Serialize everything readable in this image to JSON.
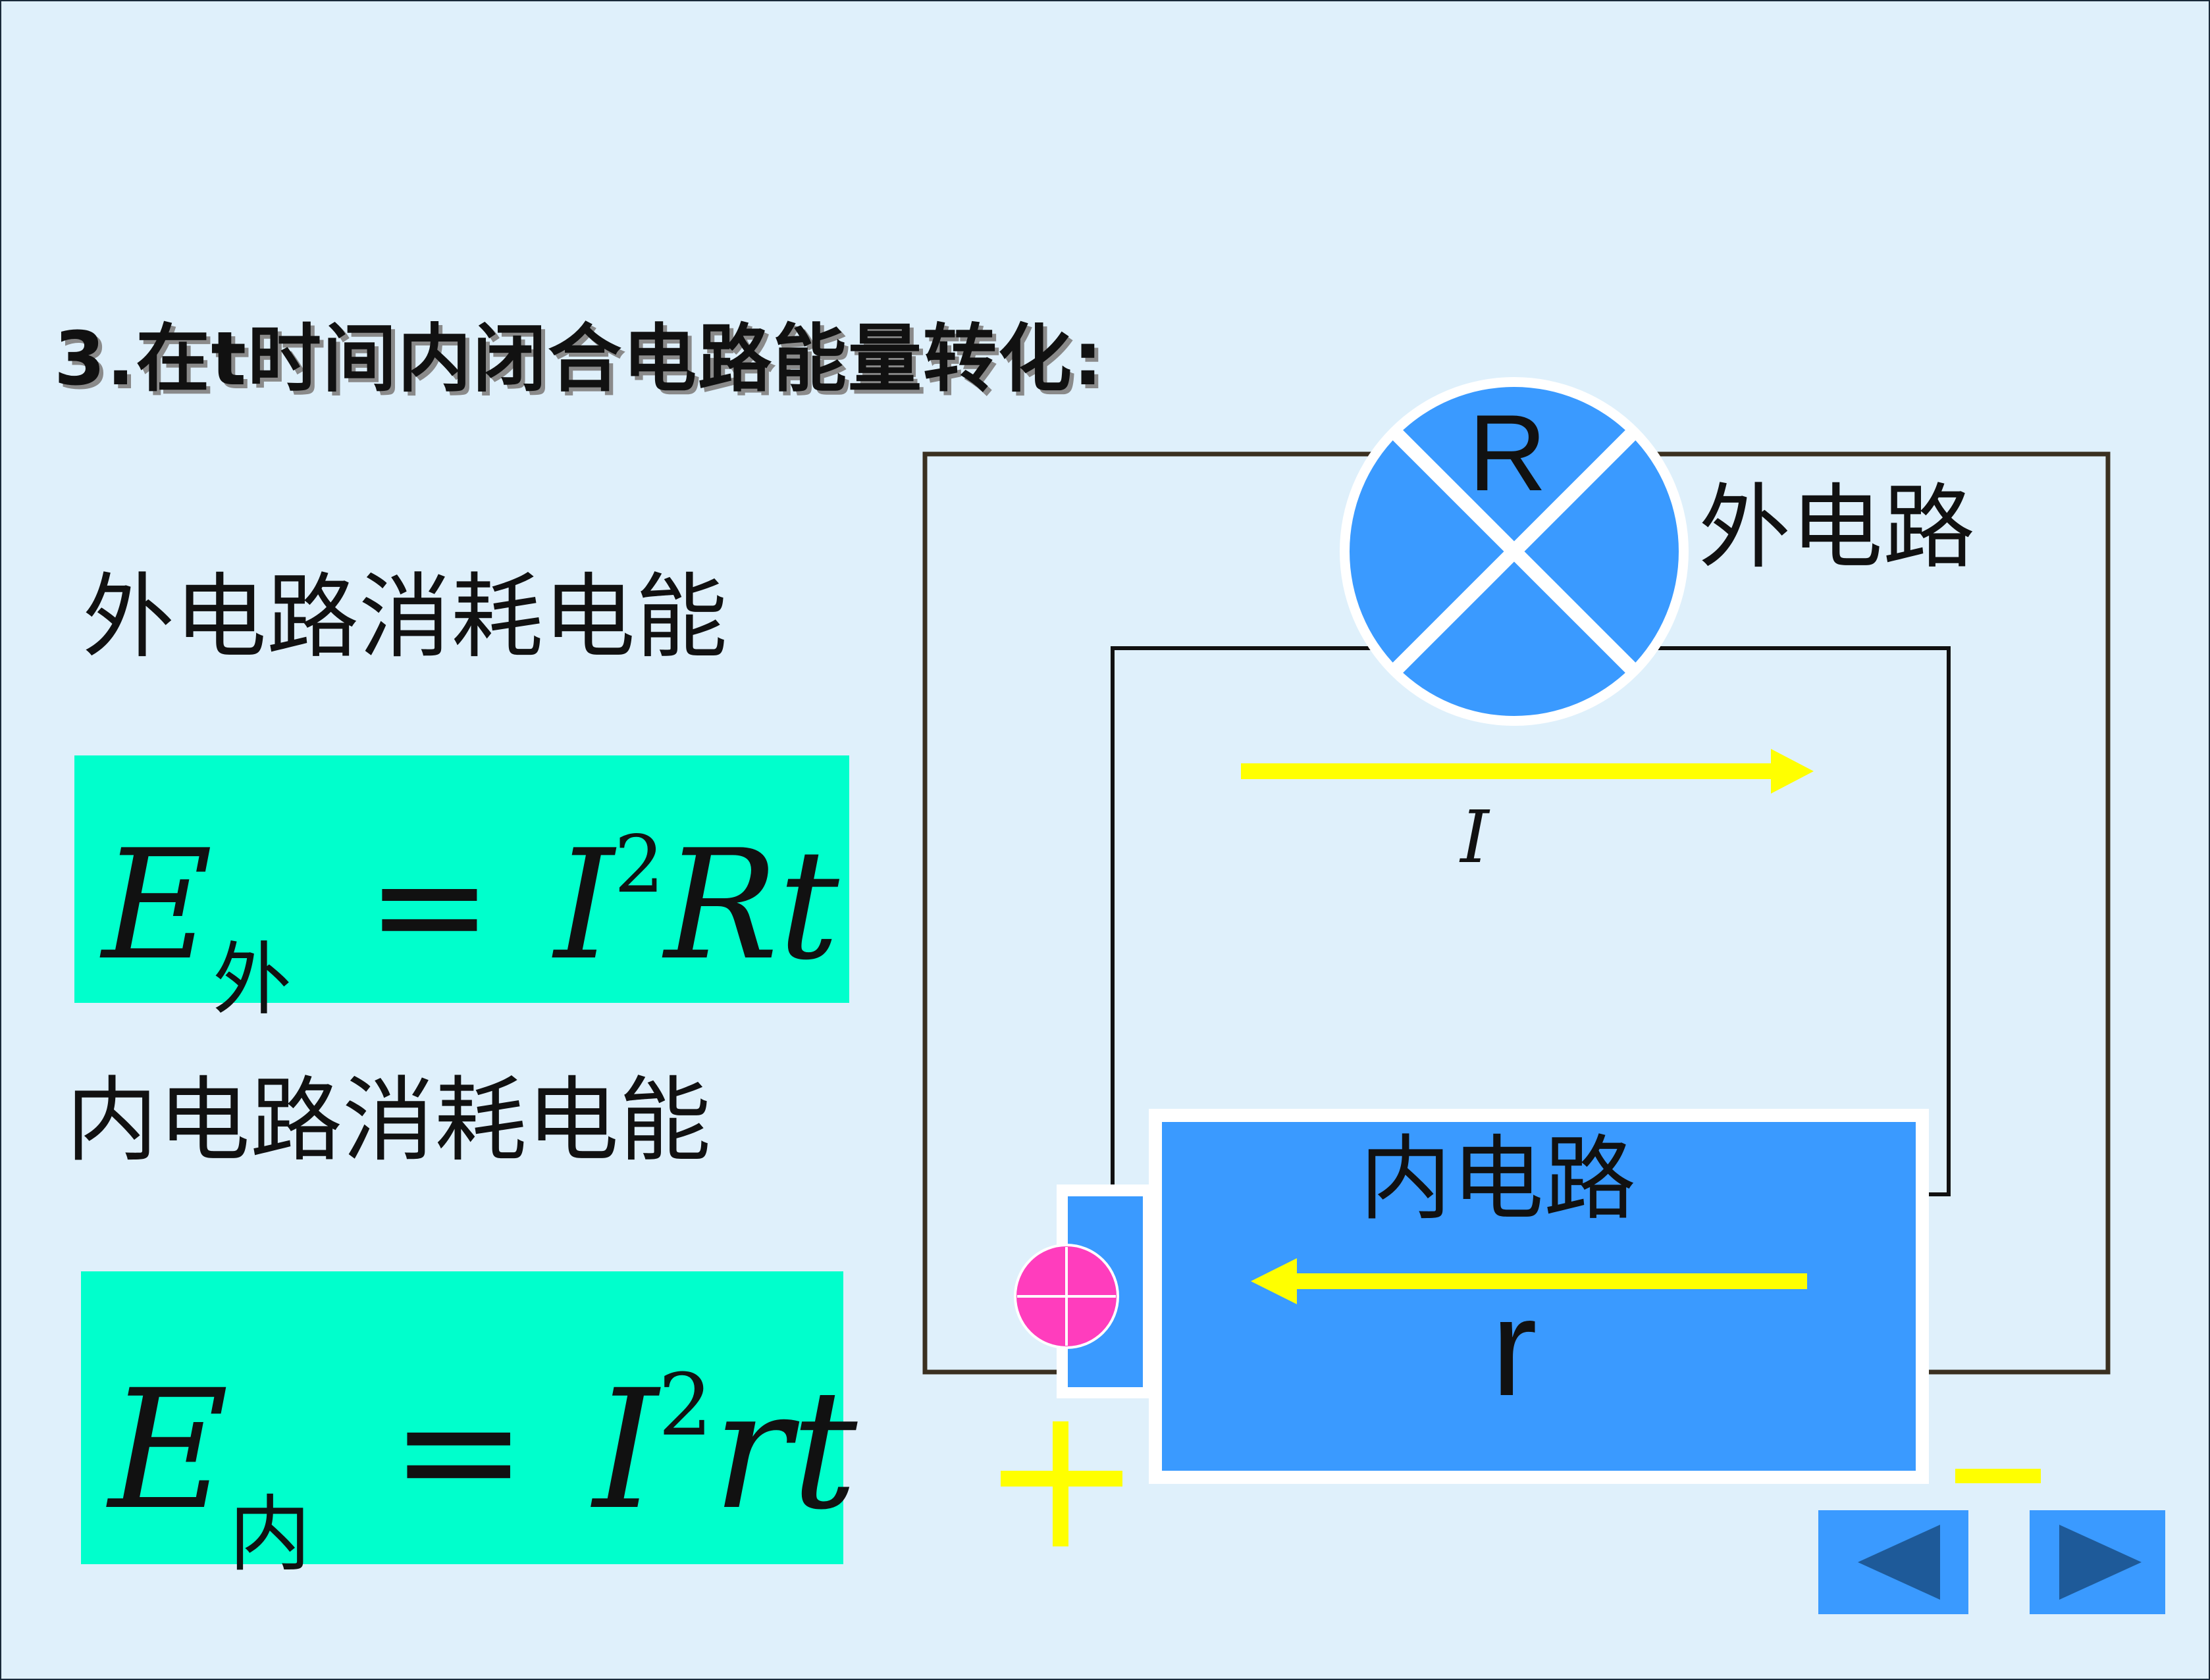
{
  "title": "3.在t时间内闭合电路能量转化:",
  "outer_label": "外电路消耗电能",
  "inner_label": "内电路消耗电能",
  "formula_outer": {
    "E": "E",
    "sub": "外",
    "eq": "=",
    "I": "I",
    "exp": "2",
    "rest": "Rt"
  },
  "formula_inner": {
    "E": "E",
    "sub": "内",
    "eq": "=",
    "I": "I",
    "exp": "2",
    "rest": "rt"
  },
  "diagram": {
    "resistor_label": "R",
    "outer_circuit_label": "外电路",
    "current_label": "I",
    "inner_circuit_label": "内电路",
    "internal_resistance_label": "r",
    "plus_sign": "+",
    "minus_sign": "−"
  },
  "colors": {
    "background": "#dff0fb",
    "formula_box": "#00ffcc",
    "blue": "#3a9aff",
    "arrow_yellow": "#ffff00",
    "charge_pink": "#ff3dbd",
    "nav_button": "#3a9aff",
    "nav_arrow": "#1e5a99"
  },
  "nav": {
    "prev_icon": "prev-triangle-icon",
    "next_icon": "next-triangle-icon"
  }
}
